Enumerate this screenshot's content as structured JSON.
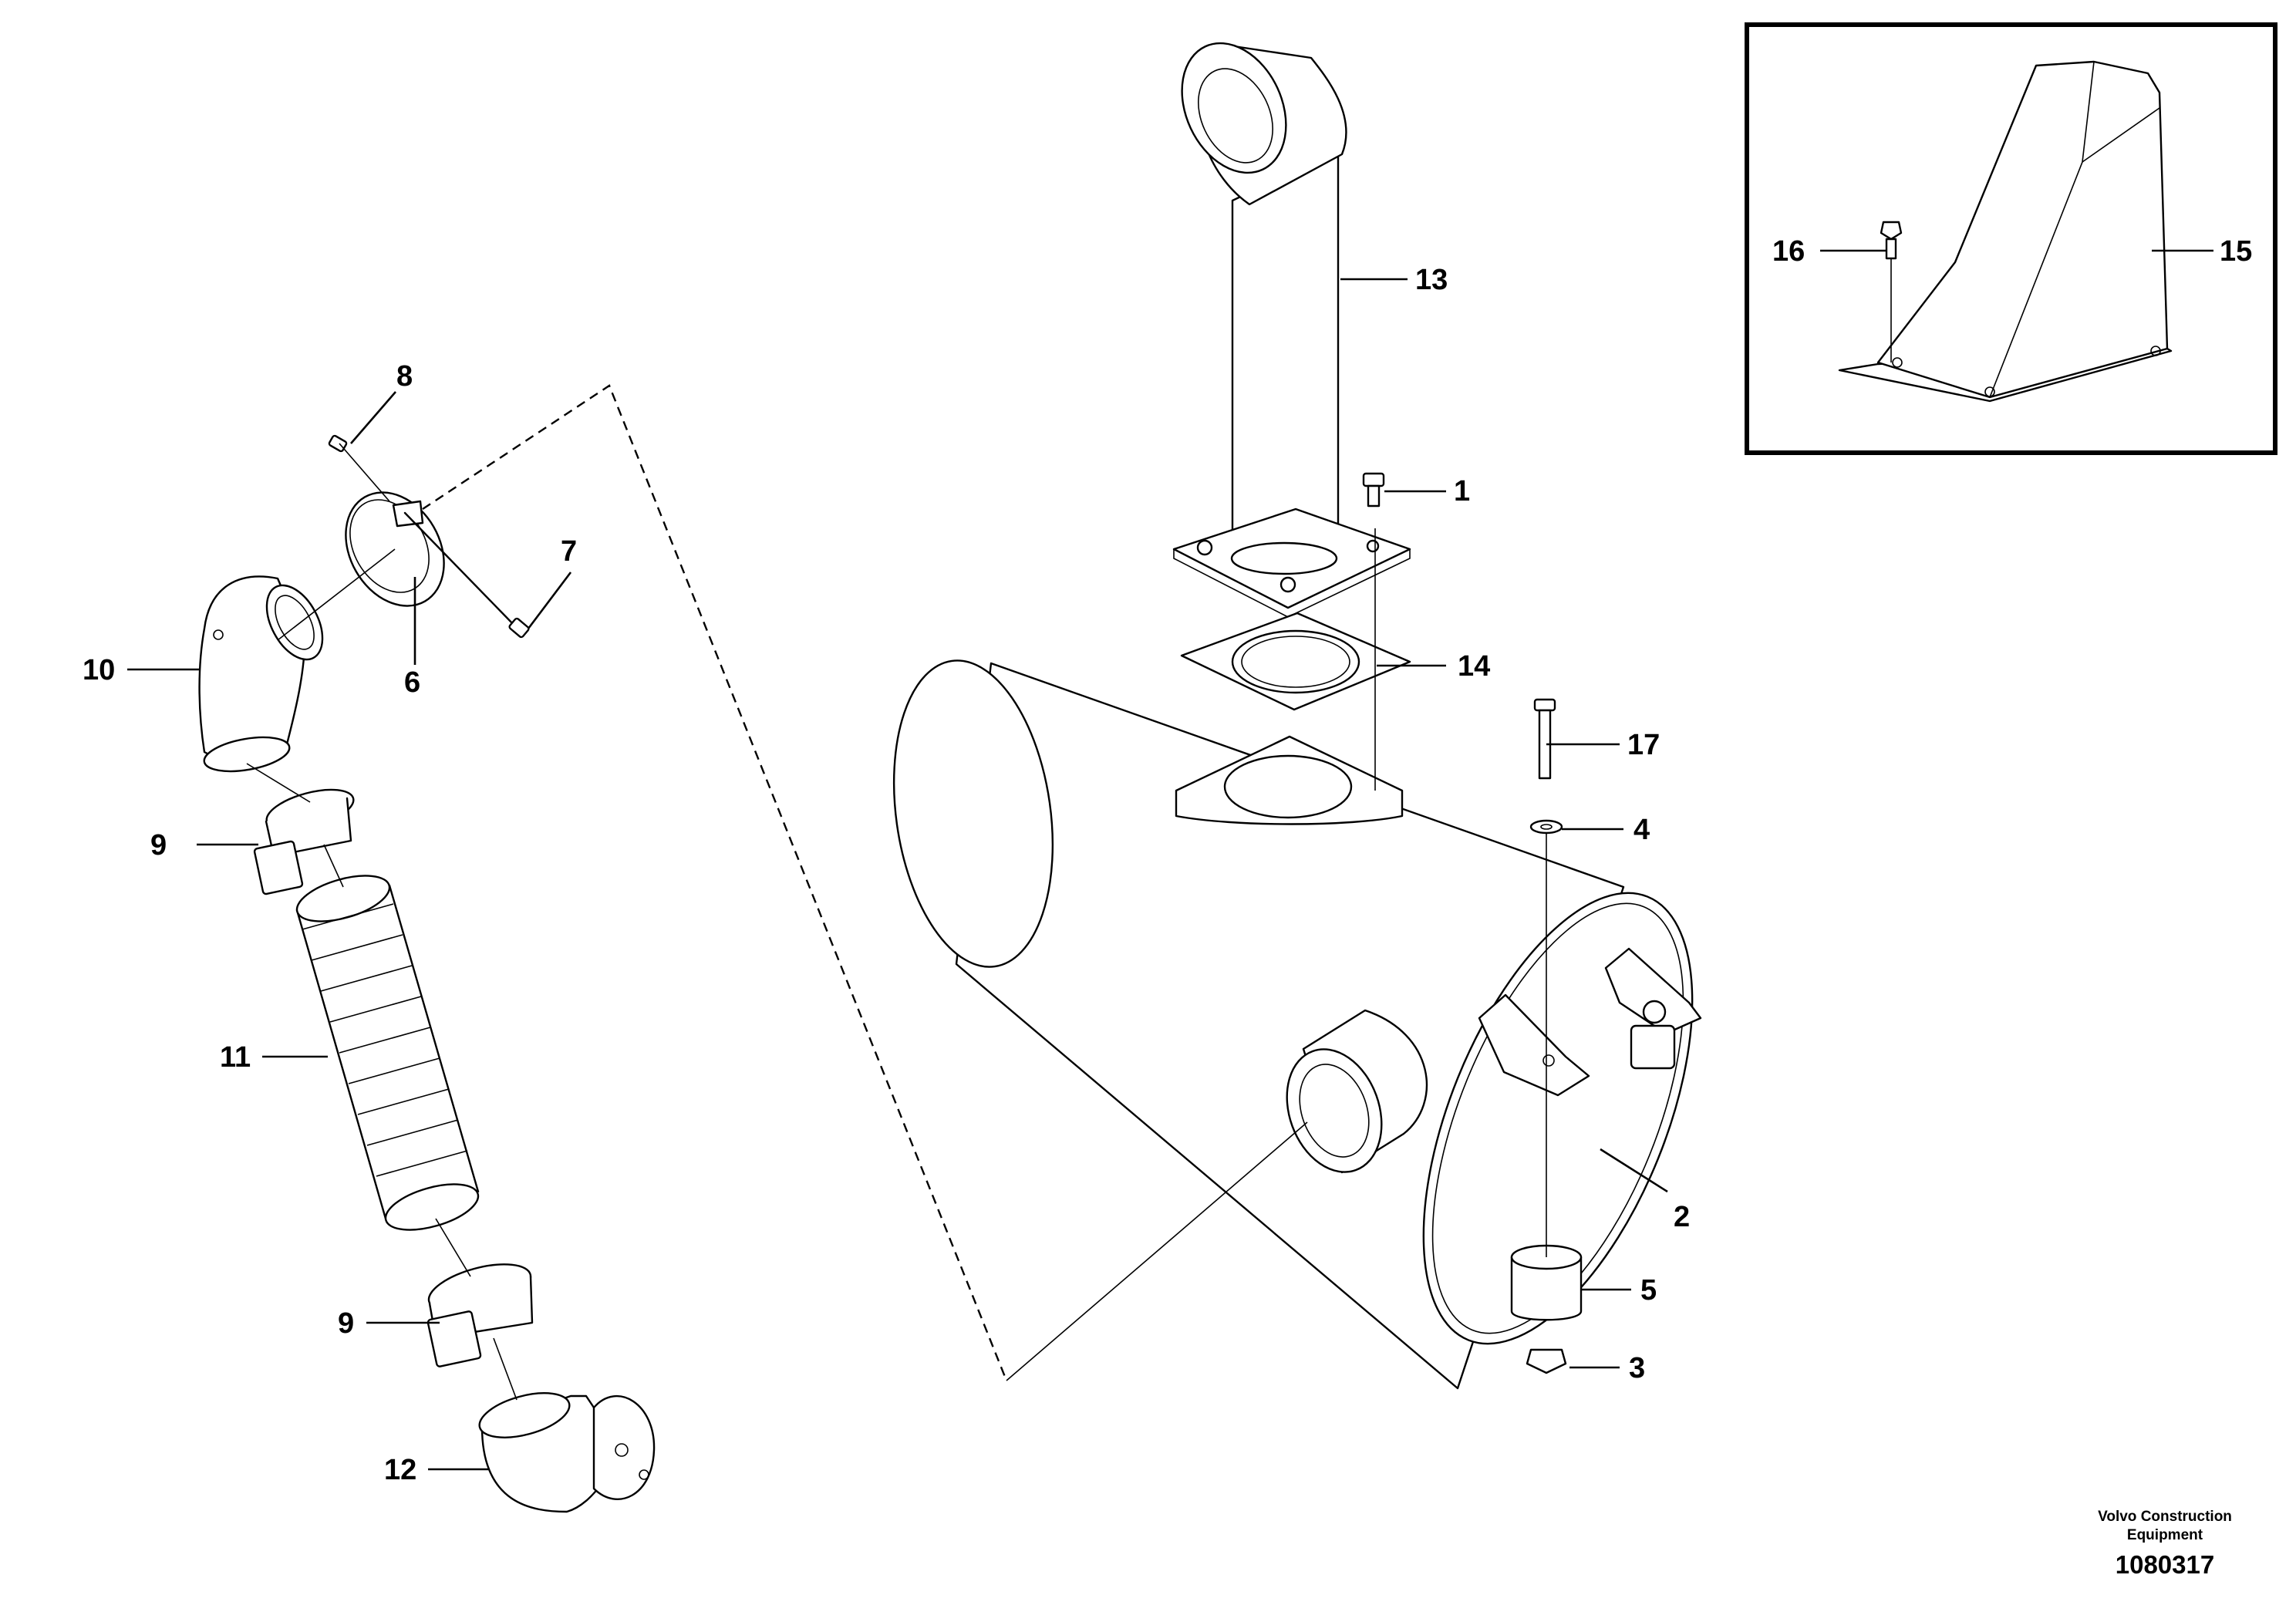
{
  "callouts": {
    "c1": "1",
    "c2": "2",
    "c3": "3",
    "c4": "4",
    "c5": "5",
    "c6": "6",
    "c7": "7",
    "c8": "8",
    "c9a": "9",
    "c9b": "9",
    "c10": "10",
    "c11": "11",
    "c12": "12",
    "c13": "13",
    "c14": "14",
    "c15": "15",
    "c16": "16",
    "c17": "17"
  },
  "footer": {
    "company_line1": "Volvo Construction",
    "company_line2": "Equipment",
    "doc_number": "1080317"
  },
  "colors": {
    "line": "#000000",
    "background": "#ffffff"
  }
}
